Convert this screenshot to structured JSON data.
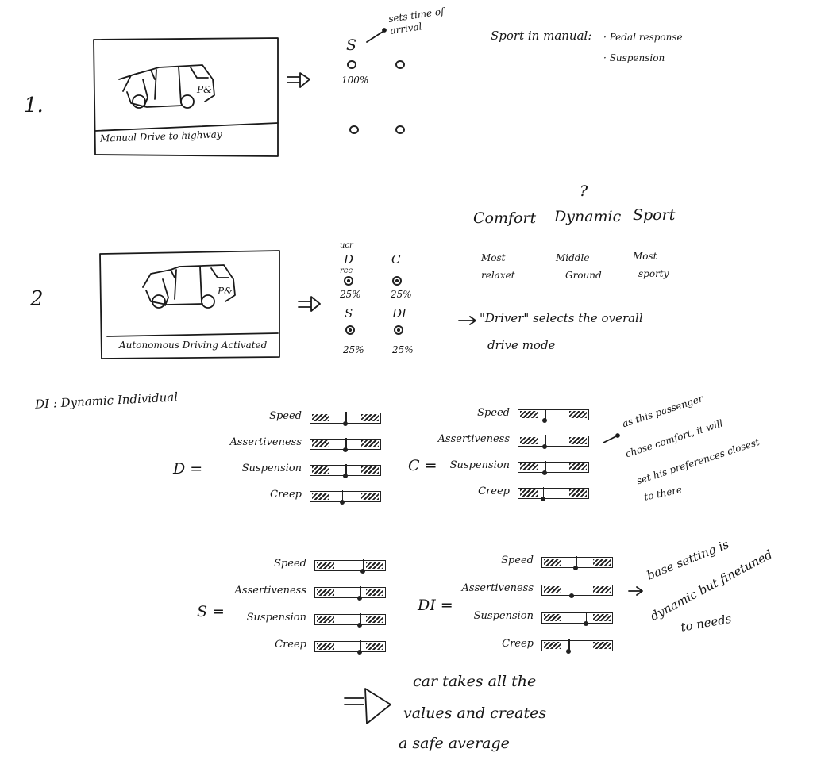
{
  "scene1": {
    "number": "1.",
    "caption": "Manual Drive to highway",
    "car_badge": "P&",
    "mode_letter": "S",
    "percent": "100%",
    "note": "sets time of arrival",
    "sport_manual_title": "Sport in manual:",
    "sport_manual_items": [
      "· Pedal response",
      "· Suspension"
    ]
  },
  "scene2": {
    "number": "2",
    "caption": "Autonomous Driving Activated",
    "car_badge": "P&",
    "tiny_top": "ucr",
    "tiny_mid": "rcc",
    "seats": [
      {
        "letter": "D",
        "percent": "25%"
      },
      {
        "letter": "C",
        "percent": "25%"
      },
      {
        "letter": "S",
        "percent": "25%"
      },
      {
        "letter": "DI",
        "percent": "25%"
      }
    ],
    "question": "?",
    "modes": [
      {
        "name": "Comfort",
        "desc_line1": "Most",
        "desc_line2": "relaxet"
      },
      {
        "name": "Dynamic",
        "desc_line1": "Middle",
        "desc_line2": "Ground"
      },
      {
        "name": "Sport",
        "desc_line1": "Most",
        "desc_line2": "sporty"
      }
    ],
    "driver_note_line1": "\"Driver\" selects the overall",
    "driver_note_line2": "drive mode"
  },
  "legend_di": "DI : Dynamic Individual",
  "profiles": {
    "row_labels": [
      "Speed",
      "Assertiveness",
      "Suspension",
      "Creep"
    ],
    "D": {
      "label": "D =",
      "levels": [
        0.5,
        0.5,
        0.5,
        0.45
      ]
    },
    "C": {
      "label": "C =",
      "levels": [
        0.38,
        0.38,
        0.38,
        0.35
      ],
      "note": [
        "as this passenger",
        "chose comfort, it will",
        "set his preferences closest",
        "to there"
      ]
    },
    "S": {
      "label": "S =",
      "levels": [
        0.68,
        0.64,
        0.64,
        0.64
      ]
    },
    "DI": {
      "label": "DI =",
      "levels": [
        0.48,
        0.42,
        0.62,
        0.38
      ],
      "note": [
        "base setting is",
        "dynamic but finetuned",
        "to needs"
      ]
    }
  },
  "conclusion": [
    "car takes all the",
    "values and creates",
    "a safe average"
  ]
}
